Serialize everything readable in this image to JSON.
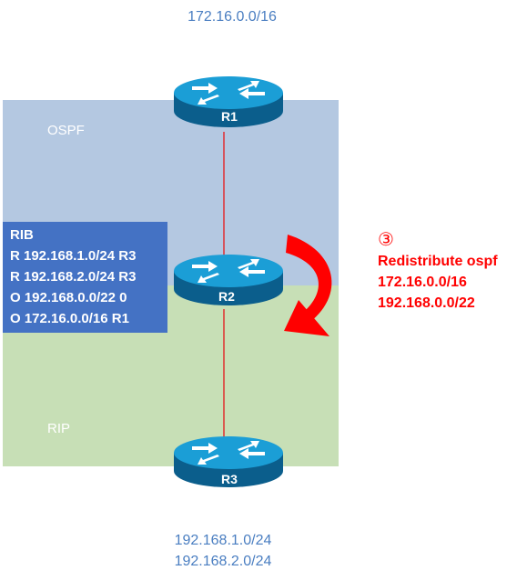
{
  "areas": {
    "ospf": {
      "label": "OSPF",
      "color": "#b4c8e1"
    },
    "rip": {
      "label": "RIP",
      "color": "#c7dfb6"
    }
  },
  "routers": {
    "r1": {
      "label": "R1"
    },
    "r2": {
      "label": "R2"
    },
    "r3": {
      "label": "R3"
    }
  },
  "networks": {
    "top": "172.16.0.0/16",
    "bottom": [
      "192.168.1.0/24",
      "192.168.2.0/24"
    ]
  },
  "rib": {
    "title": "RIB",
    "entries": [
      "R 192.168.1.0/24 R3",
      "R 192.168.2.0/24 R3",
      "O 192.168.0.0/22 0",
      "O 172.16.0.0/16 R1"
    ]
  },
  "redistribute": {
    "step": "③",
    "command": "Redistribute ospf",
    "prefixes": [
      "172.16.0.0/16",
      "192.168.0.0/22"
    ]
  },
  "colors": {
    "router": "#1b9ed6",
    "router_dark": "#0b5e8c",
    "link": "#e32326",
    "arrow": "#ff0000",
    "rib_bg": "#4472c4",
    "network_text": "#4a7ec1"
  }
}
